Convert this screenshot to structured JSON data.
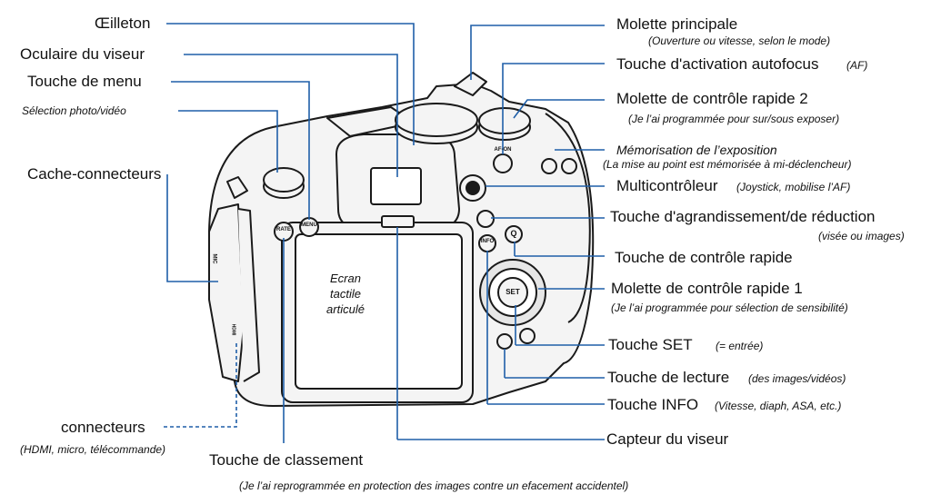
{
  "callouts": {
    "oeilleton": "Œilleton",
    "oculaire": "Oculaire du viseur",
    "menu": "Touche de menu",
    "photo_video": "Sélection photo/vidéo",
    "cache": "Cache-connecteurs",
    "connecteurs": "connecteurs",
    "connecteurs_sub": "(HDMI, micro, télécommande)",
    "classement": "Touche de classement",
    "classement_sub": "(Je l’ai reprogrammée en protection des images contre un efacement accidentel)",
    "molette_principale": "Molette principale",
    "molette_principale_sub": "(Ouverture ou vitesse, selon le mode)",
    "af_on": "Touche d'activation autofocus",
    "af_on_sub": "(AF)",
    "molette2": "Molette de contrôle rapide 2",
    "molette2_sub": "(Je l’ai programmée pour sur/sous exposer)",
    "memo": "Mémorisation de l’exposition",
    "memo_sub": "(La mise au point est mémorisée à mi-déclencheur)",
    "multi": "Multicontrôleur",
    "multi_sub": "(Joystick, mobilise l’AF)",
    "agrandissement": "Touche d'agrandissement/de réduction",
    "agrandissement_sub": "(visée ou images)",
    "rapide": "Touche de contrôle rapide",
    "molette1": "Molette de contrôle rapide 1",
    "molette1_sub": "(Je l’ai programmée pour sélection de sensibilité)",
    "set": "Touche SET",
    "set_sub": "(= entrée)",
    "lecture": "Touche de lecture",
    "lecture_sub": "(des images/vidéos)",
    "info": "Touche INFO",
    "info_sub": "(Vitesse, diaph, ASA, etc.)",
    "capteur": "Capteur du viseur"
  },
  "screen": {
    "line1": "Ecran",
    "line2": "tactile",
    "line3": "articulé"
  },
  "buttons": {
    "rate": "RATE",
    "menu": "MENU",
    "info": "INFO",
    "set": "SET",
    "af_on": "AF-ON",
    "q": "Q",
    "mic": "MIC",
    "hdmi": "HDMI"
  },
  "colors": {
    "callout_line": "#1f5fa8",
    "camera_body": "#f4f4f4",
    "outline": "#1a1a1a"
  }
}
